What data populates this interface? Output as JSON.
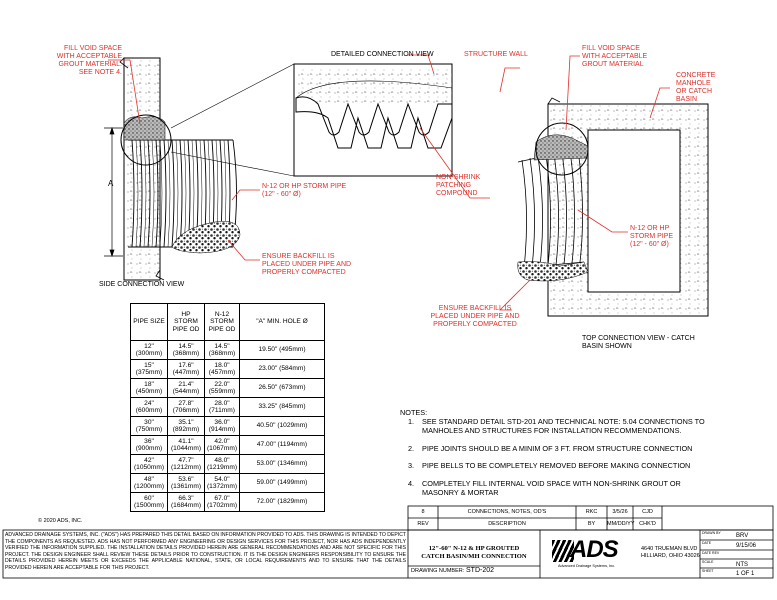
{
  "labels": {
    "fill_void_left": [
      "FILL VOID SPACE",
      "WITH ACCEPTABLE",
      "GROUT MATERIAL.",
      "SEE NOTE 4."
    ],
    "detailed_view_title": "DETAILED CONNECTION VIEW",
    "structure_wall": "STRUCTURE WALL",
    "fill_void_right": [
      "FILL VOID SPACE",
      "WITH ACCEPTABLE",
      "GROUT MATERIAL"
    ],
    "concrete_manhole": [
      "CONCRETE",
      "MANHOLE",
      "OR CATCH",
      "BASIN"
    ],
    "non_shrink": [
      "NON-SHRINK",
      "PATCHING",
      "COMPOUND"
    ],
    "dim_a": "A",
    "n12_left": [
      "N-12 OR HP STORM PIPE",
      "(12\" - 60\" Ø)"
    ],
    "backfill_left": [
      "ENSURE BACKFILL IS",
      "PLACED UNDER PIPE AND",
      "PROPERLY COMPACTED"
    ],
    "side_view_title": "SIDE CONNECTION VIEW",
    "n12_right": [
      "N-12 OR HP",
      "STORM PIPE",
      "(12\" - 60\" Ø)"
    ],
    "backfill_right": [
      "ENSURE BACKFILL IS",
      "PLACED UNDER PIPE AND",
      "PROPERLY COMPACTED"
    ],
    "top_view_title": [
      "TOP CONNECTION VIEW - CATCH",
      "BASIN SHOWN"
    ]
  },
  "table": {
    "headers": [
      "PIPE SIZE",
      "HP STORM PIPE OD",
      "N-12 STORM PIPE OD",
      "\"A\" MIN. HOLE Ø"
    ],
    "rows": [
      [
        "12\" (300mm)",
        "14.5\" (368mm)",
        "14.5\" (368mm)",
        "19.50\" (495mm)"
      ],
      [
        "15\" (375mm)",
        "17.6\" (447mm)",
        "18.0\" (457mm)",
        "23.00\" (584mm)"
      ],
      [
        "18\" (450mm)",
        "21.4\" (544mm)",
        "22.0\" (559mm)",
        "26.50\" (673mm)"
      ],
      [
        "24\" (600mm)",
        "27.8\" (706mm)",
        "28.0\" (711mm)",
        "33.25\" (845mm)"
      ],
      [
        "30\" (750mm)",
        "35.1\" (892mm)",
        "36.0\" (914mm)",
        "40.50\" (1029mm)"
      ],
      [
        "36\" (900mm)",
        "41.1\" (1044mm)",
        "42.0\" (1067mm)",
        "47.00\" (1194mm)"
      ],
      [
        "42\" (1050mm)",
        "47.7\" (1212mm)",
        "48.0\" (1219mm)",
        "53.00\" (1346mm)"
      ],
      [
        "48\" (1200mm)",
        "53.6\" (1361mm)",
        "54.0\" (1372mm)",
        "59.00\" (1499mm)"
      ],
      [
        "60\" (1500mm)",
        "66.3\" (1684mm)",
        "67.0\" (1702mm)",
        "72.00\" (1829mm)"
      ]
    ]
  },
  "notes": {
    "title": "NOTES:",
    "items": [
      {
        "num": "1.",
        "lines": [
          "SEE STANDARD DETAIL STD-201 AND TECHNICAL NOTE: 5.04 CONNECTIONS TO",
          "MANHOLES AND STRUCTURES FOR INSTALLATION RECOMMENDATIONS."
        ]
      },
      {
        "num": "2.",
        "lines": [
          "PIPE JOINTS SHOULD BE A MINIM OF 3 FT. FROM STRUCTURE CONNECTION"
        ]
      },
      {
        "num": "3.",
        "lines": [
          "PIPE BELLS TO BE COMPLETELY REMOVED BEFORE MAKING CONNECTION"
        ]
      },
      {
        "num": "4.",
        "lines": [
          "COMPLETELY FILL INTERNAL VOID SPACE WITH NON-SHRINK GROUT OR",
          "MASONRY & MORTAR"
        ]
      }
    ]
  },
  "copyright": "© 2020 ADS, INC.",
  "disclaimer": "ADVANCED DRAINAGE SYSTEMS, INC. (\"ADS\") HAS PREPARED THIS DETAIL BASED ON INFORMATION PROVIDED TO ADS. THIS DRAWING IS INTENDED TO DEPICT THE COMPONENTS AS REQUESTED. ADS HAS NOT PERFORMED ANY ENGINEERING OR DESIGN SERVICES FOR THIS PROJECT, NOR HAS ADS INDEPENDENTLY VERIFIED THE INFORMATION SUPPLIED. THE INSTALLATION DETAILS PROVIDED HEREIN ARE GENERAL RECOMMENDATIONS AND ARE NOT SPECIFIC FOR THIS PROJECT. THE DESIGN ENGINEER SHALL REVIEW THESE DETAILS PRIOR TO CONSTRUCTION. IT IS THE DESIGN ENGINEERS RESPONSIBILITY TO ENSURE THE DETAILS PROVIDED HEREIN MEETS OR EXCEEDS THE APPLICABLE NATIONAL, STATE, OR LOCAL REQUIREMENTS AND TO ENSURE THAT THE DETAILS PROVIDED HEREIN ARE ACCEPTABLE FOR THIS PROJECT.",
  "revision": {
    "row": {
      "rev": "8",
      "description": "CONNECTIONS, NOTES, OD'S",
      "by": "RKC",
      "date": "3/5/26",
      "chkd": "CJD"
    },
    "header": {
      "rev": "REV",
      "description": "DESCRIPTION",
      "by": "BY",
      "date": "MM/DD/YY",
      "chkd": "CHK'D"
    }
  },
  "titleblock": {
    "title_lines": [
      "12\"-60\" N-12 & HP GROUTED",
      "CATCH BASIN/MH CONNECTION"
    ],
    "drawing_number_label": "DRAWING NUMBER:",
    "drawing_number": "STD-202",
    "logo": "ADS",
    "logo_sub": "Advanced Drainage Systems, Inc.",
    "address": [
      "4640 TRUEMAN BLVD",
      "HILLIARD, OHIO 43026"
    ],
    "fields": [
      {
        "label": "DRAWN BY",
        "value": "BRV"
      },
      {
        "label": "DATE",
        "value": "9/15/06"
      },
      {
        "label": "DATE REV",
        "value": ""
      },
      {
        "label": "SCALE",
        "value": "NTS"
      },
      {
        "label": "SHEET",
        "value": "1 OF 1"
      }
    ]
  },
  "colors": {
    "accent": "#e0302a",
    "line": "#000000"
  }
}
